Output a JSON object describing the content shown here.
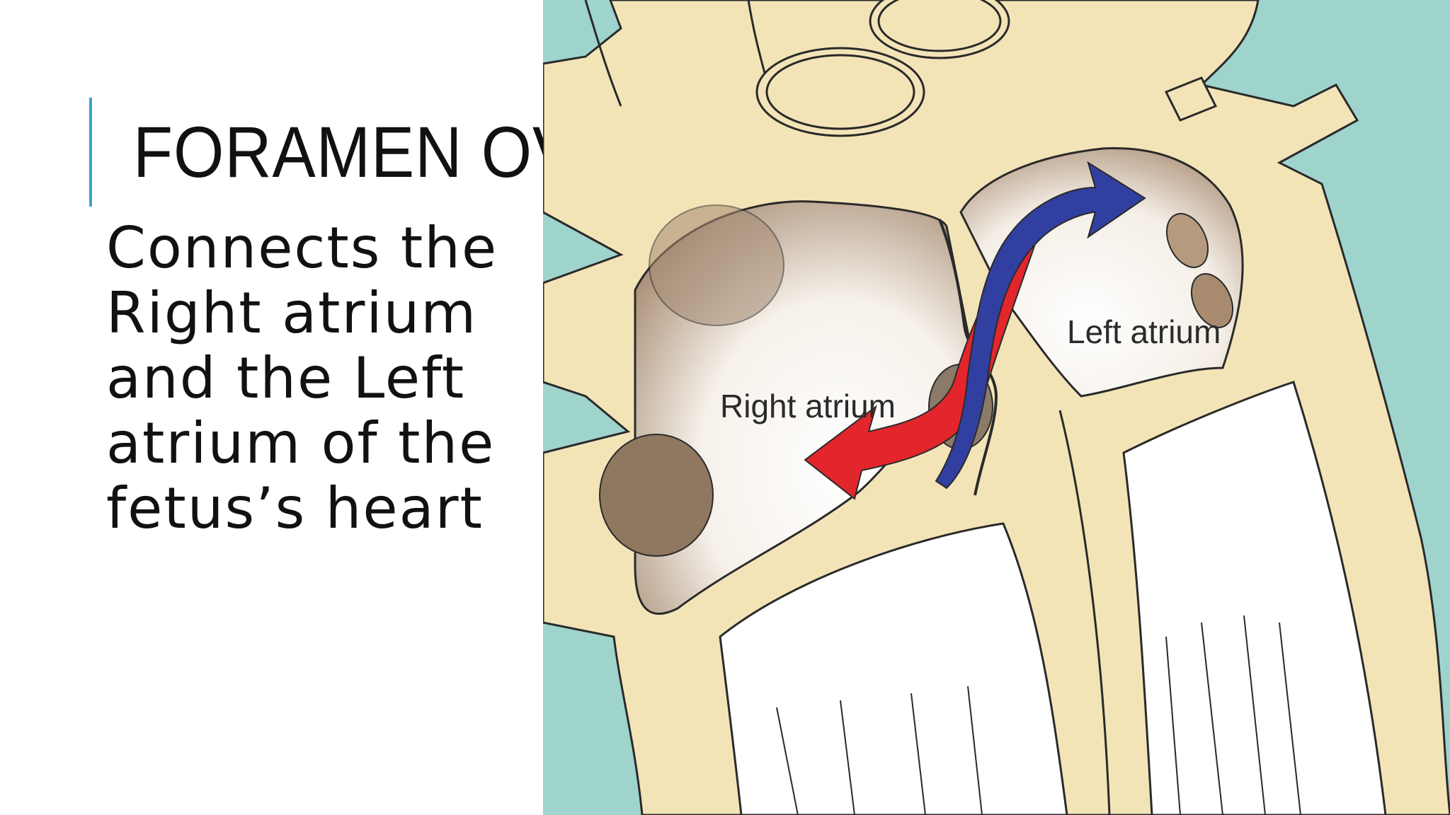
{
  "slide": {
    "title": "FORAMEN OVALE",
    "body_lines": [
      "Connects the",
      "Right atrium",
      "and the Left",
      "atrium of the",
      "fetus’s heart"
    ]
  },
  "illustration": {
    "right_atrium_label": "Right atrium",
    "left_atrium_label": "Left atrium"
  },
  "colors": {
    "accent": "#3aa3c9",
    "background_teal": "#9fd4cd",
    "tissue": "#f3e4b8",
    "arrow_red": "#e2262b",
    "arrow_blue": "#3140a0"
  }
}
